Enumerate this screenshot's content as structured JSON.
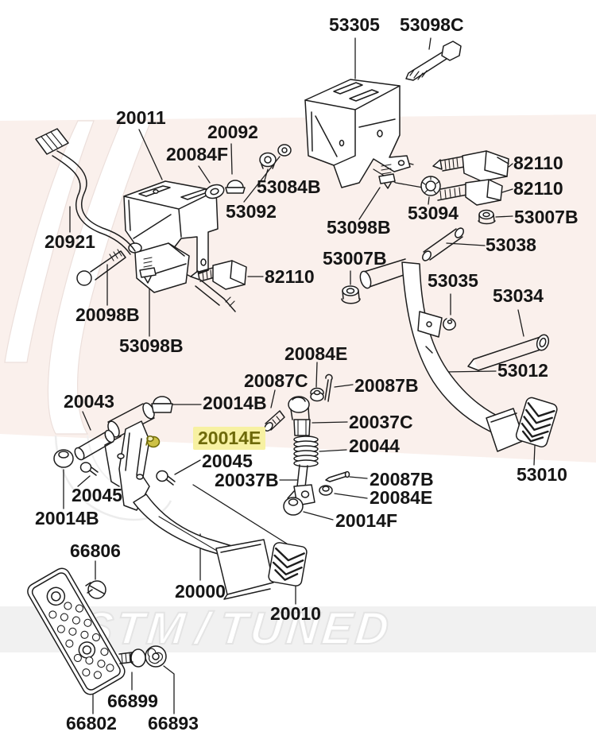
{
  "diagram": {
    "description": "Exploded pedal assembly parts diagram",
    "accent_highlight_bg": "#f7f1a2",
    "accent_highlight_text": "#6e6a0a",
    "line_color": "#1d1d1d",
    "band_pink": "#faf0ec",
    "band_gray": "#f1f1f1",
    "watermark": {
      "stm": "STM",
      "slash": "/",
      "tuned": "TUNED"
    },
    "labels": [
      {
        "id": "53305",
        "text": "53305"
      },
      {
        "id": "53098C",
        "text": "53098C"
      },
      {
        "id": "20011",
        "text": "20011"
      },
      {
        "id": "20092",
        "text": "20092"
      },
      {
        "id": "20084F",
        "text": "20084F"
      },
      {
        "id": "53084B",
        "text": "53084B"
      },
      {
        "id": "53092",
        "text": "53092"
      },
      {
        "id": "82110-1",
        "text": "82110"
      },
      {
        "id": "82110-2",
        "text": "82110"
      },
      {
        "id": "53094",
        "text": "53094"
      },
      {
        "id": "53007B-1",
        "text": "53007B"
      },
      {
        "id": "53038",
        "text": "53038"
      },
      {
        "id": "20921",
        "text": "20921"
      },
      {
        "id": "20098B",
        "text": "20098B"
      },
      {
        "id": "53098B-1",
        "text": "53098B"
      },
      {
        "id": "53098B-2",
        "text": "53098B"
      },
      {
        "id": "53007B-2",
        "text": "53007B"
      },
      {
        "id": "82110-3",
        "text": "82110"
      },
      {
        "id": "53035",
        "text": "53035"
      },
      {
        "id": "53034",
        "text": "53034"
      },
      {
        "id": "53012",
        "text": "53012"
      },
      {
        "id": "53010",
        "text": "53010"
      },
      {
        "id": "20084E-1",
        "text": "20084E"
      },
      {
        "id": "20087C",
        "text": "20087C"
      },
      {
        "id": "20087B-1",
        "text": "20087B"
      },
      {
        "id": "20014B-1",
        "text": "20014B"
      },
      {
        "id": "20014E",
        "text": "20014E"
      },
      {
        "id": "20037C",
        "text": "20037C"
      },
      {
        "id": "20045-1",
        "text": "20045"
      },
      {
        "id": "20044",
        "text": "20044"
      },
      {
        "id": "20037B",
        "text": "20037B"
      },
      {
        "id": "20087B-2",
        "text": "20087B"
      },
      {
        "id": "20084E-2",
        "text": "20084E"
      },
      {
        "id": "20014F",
        "text": "20014F"
      },
      {
        "id": "20043",
        "text": "20043"
      },
      {
        "id": "20045-2",
        "text": "20045"
      },
      {
        "id": "20014B-2",
        "text": "20014B"
      },
      {
        "id": "66806",
        "text": "66806"
      },
      {
        "id": "20000",
        "text": "20000"
      },
      {
        "id": "20010",
        "text": "20010"
      },
      {
        "id": "66899",
        "text": "66899"
      },
      {
        "id": "66802",
        "text": "66802"
      },
      {
        "id": "66893",
        "text": "66893"
      }
    ]
  }
}
